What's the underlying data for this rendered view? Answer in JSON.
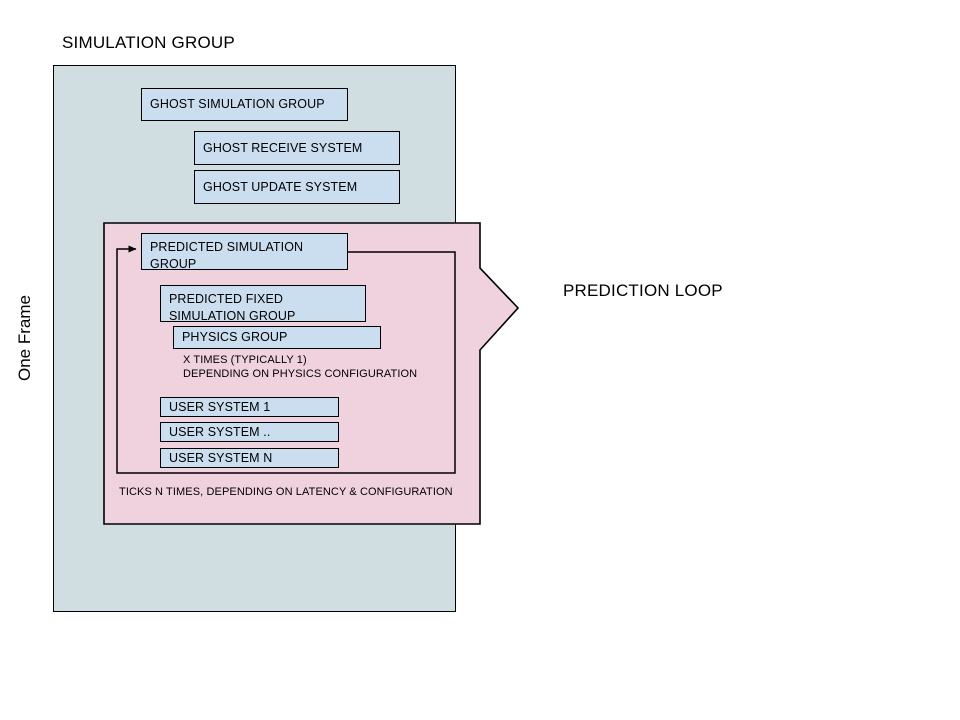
{
  "diagram": {
    "title": "SIMULATION GROUP",
    "frame_label": "One Frame",
    "callout_label": "PREDICTION LOOP",
    "colors": {
      "outer_container_fill": "#d0dee2",
      "callout_fill": "#f0d2de",
      "node_fill": "#cbdef0",
      "stroke": "#000000",
      "text": "#000000",
      "page_background": "#ffffff"
    },
    "ghost_section": {
      "nodes": [
        {
          "label": "GHOST SIMULATION GROUP"
        },
        {
          "label": "GHOST RECEIVE SYSTEM"
        },
        {
          "label": "GHOST UPDATE SYSTEM"
        }
      ]
    },
    "prediction_section": {
      "nodes": [
        {
          "label": "PREDICTED SIMULATION\nGROUP"
        },
        {
          "label": "PREDICTED FIXED\nSIMULATION GROUP"
        },
        {
          "label": "PHYSICS GROUP"
        }
      ],
      "user_systems": [
        {
          "label": "USER SYSTEM 1"
        },
        {
          "label": "USER SYSTEM .."
        },
        {
          "label": "USER SYSTEM N"
        }
      ],
      "physics_note": "X TIMES (TYPICALLY 1)\nDEPENDING ON PHYSICS CONFIGURATION",
      "ticks_note": "TICKS N TIMES, DEPENDING ON LATENCY & CONFIGURATION"
    }
  }
}
